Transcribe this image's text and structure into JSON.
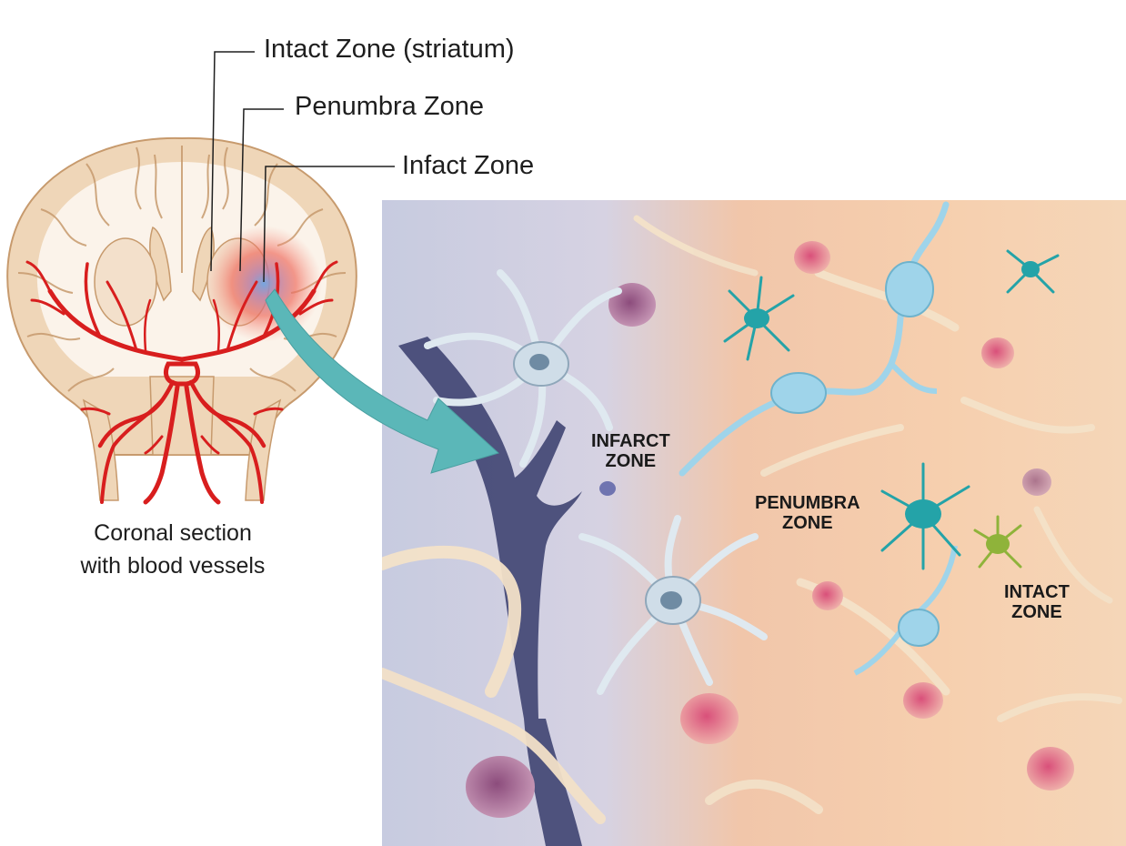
{
  "callouts": {
    "intact": "Intact Zone (striatum)",
    "penumbra": "Penumbra Zone",
    "infact": "Infact Zone"
  },
  "brain_caption": {
    "line1": "Coronal section",
    "line2": "with blood vessels"
  },
  "zones": {
    "infarct": {
      "line1": "INFARCT",
      "line2": "ZONE"
    },
    "penumbra": {
      "line1": "PENUMBRA",
      "line2": "ZONE"
    },
    "intact": {
      "line1": "INTACT",
      "line2": "ZONE"
    }
  },
  "colors": {
    "vessel": "#d81e1e",
    "brain_tissue": "#efd6b8",
    "white_matter": "#fbf3ea",
    "arrow": "#5bb7b8",
    "infarct_bg": "#c9ccdf",
    "penumbra_bg": "#f4c8a6",
    "intact_bg": "#f6d7b6",
    "vessel_dark": "#3f4472",
    "microglia_teal": "#24a3a8",
    "microglia_green": "#8fb33a",
    "oligodendrocyte": "#9fd4ea"
  }
}
